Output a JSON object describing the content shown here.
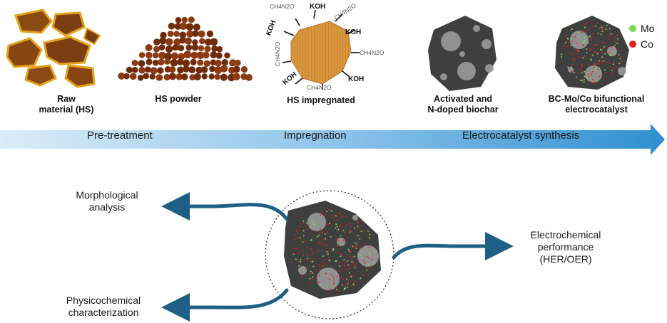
{
  "steps": [
    {
      "label": "Raw\nmaterial (HS)"
    },
    {
      "label": "HS powder"
    },
    {
      "label": "HS impregnated"
    },
    {
      "label": "Activated and\nN-doped biochar"
    },
    {
      "label": "BC-Mo/Co bifunctional\nelectrocatalyst"
    }
  ],
  "stages": [
    "Pre-treatment",
    "Impregnation",
    "Electrocatalyst synthesis"
  ],
  "legend": [
    {
      "label": "Mo",
      "color": "#7ed957"
    },
    {
      "label": "Co",
      "color": "#e02020"
    }
  ],
  "reagents": {
    "koh": "KOH",
    "urea": "CH4N2O"
  },
  "outputs": {
    "morphological": "Morphological\nanalysis",
    "physicochemical": "Physicochemical\ncharacterization",
    "electrochemical": "Electrochemical\nperformance\n(HER/OER)"
  },
  "colors": {
    "arrow": "#1f77b4",
    "biochar": "#3f3f3f",
    "impregnated": "#d4943a",
    "powder": "#8b3a12"
  }
}
